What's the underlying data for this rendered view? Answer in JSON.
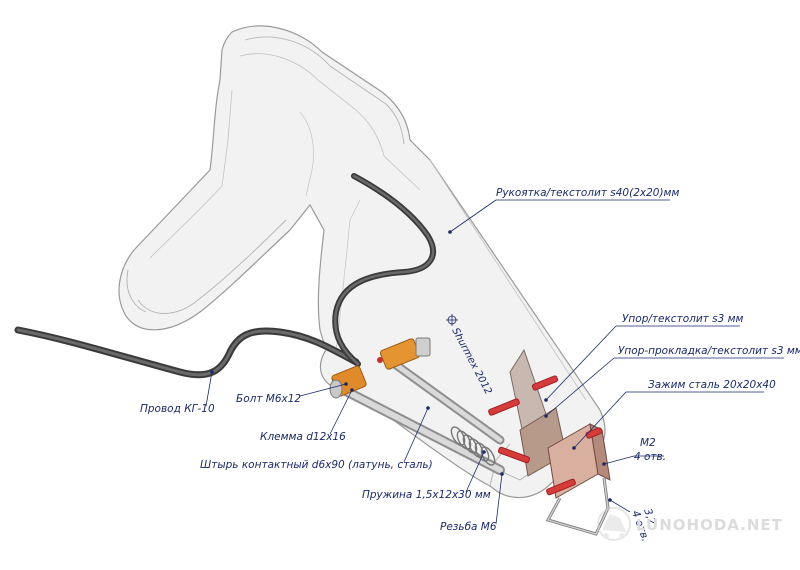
{
  "labels": {
    "handle": "Рукоятка/текстолит s40(2x20)мм",
    "stop": "Упор/текстолит s3 мм",
    "stop_pad": "Упор-прокладка/текстолит s3 мм",
    "clamp": "Зажим сталь 20x20x40",
    "m2": "М2",
    "m2_holes": "4 отв.",
    "bolt": "Болт М6х12",
    "wire": "Провод КГ-10",
    "terminal": "Клемма d12x16",
    "pin": "Штырь контактный d6x90 (латунь, сталь)",
    "spring": "Пружина 1,5x12x30 мм",
    "thread": "Резьба М6",
    "hole_dia": "3,2",
    "hole_count": "4 отв."
  },
  "author_mark": "Shurmex 2012",
  "watermark": "LUNOHODA.NET",
  "colors": {
    "label_text": "#1a2a6c",
    "body_outline": "#9a9a9a",
    "body_fill": "#f2f2f2",
    "wire": "#4a4a4a",
    "terminal": "#e08a2a",
    "red_parts": "#d63a3a",
    "watermark": "#dcdcdc"
  }
}
